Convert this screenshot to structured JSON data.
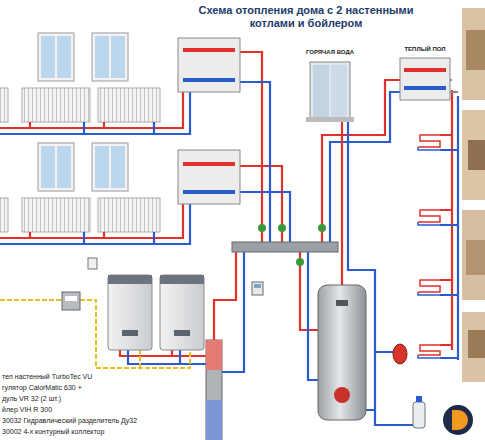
{
  "diagram": {
    "title": "Схема отопления дома с 2 настенными котлами и бойлером",
    "nodes": [
      {
        "text": [
          "ГОРЯЧАЯ ВОДА"
        ]
      },
      {
        "text": [
          "ТЕПЛЫЙ ПОЛ"
        ]
      }
    ],
    "labels": [
      "тел настенный TurboTec VU",
      "гулятор CalorMatic 630 +",
      "дуль VR 32 (2 шт.)",
      "йлер VIH R 300",
      "30032 Гидравлический разделитель Ду32",
      "30002 4-х контурный коллектор"
    ]
  }
}
